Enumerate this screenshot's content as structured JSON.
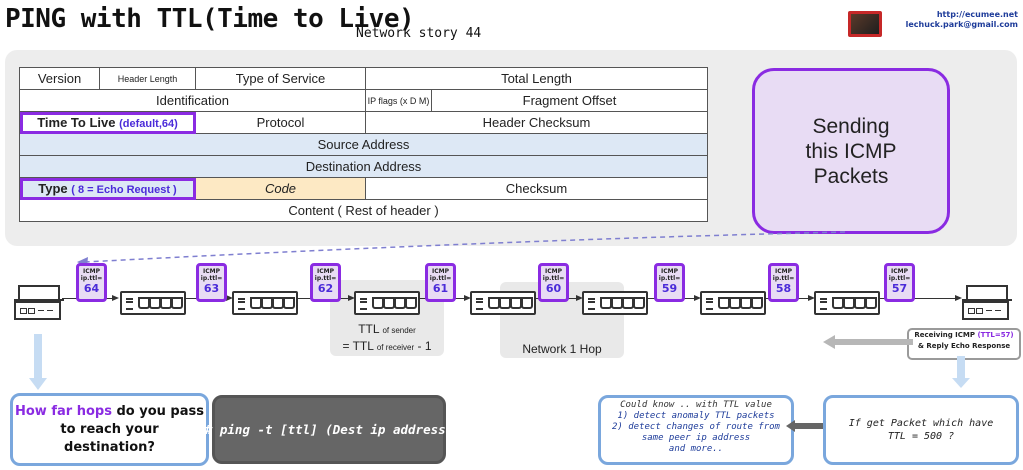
{
  "header": {
    "title": "PING with TTL(Time to Live)",
    "subtitle": "Network story 44",
    "url": "http://ecumee.net",
    "email": "lechuck.park@gmail.com"
  },
  "ip_header": {
    "version": "Version",
    "header_length": "Header Length",
    "type_of_service": "Type of Service",
    "total_length": "Total Length",
    "identification": "Identification",
    "ip_flags": "IP flags (x D M)",
    "fragment_offset": "Fragment Offset",
    "ttl": "Time To Live",
    "ttl_default": "(default,64)",
    "protocol": "Protocol",
    "header_checksum": "Header Checksum",
    "source_address": "Source Address",
    "destination_address": "Destination Address",
    "type": "Type",
    "type_note": "( 8 = Echo Request )",
    "code": "Code",
    "checksum": "Checksum",
    "content": "Content ( Rest of header )"
  },
  "sending_box": "Sending this ICMP Packets",
  "badge_label_1": "ICMP",
  "badge_label_2": "ip.ttl=",
  "ttl_values": [
    "64",
    "63",
    "62",
    "61",
    "60",
    "59",
    "58",
    "57"
  ],
  "sender_note": {
    "ttl_a": "TTL",
    "of_sender": "of sender",
    "eq": "= TTL",
    "of_receiver": "of receiver",
    "minus": "- 1"
  },
  "network_hop": "Network 1 Hop",
  "receiving": {
    "prefix": "Receiving ICMP",
    "ttl": "(TTL=57)",
    "reply": "& Reply Echo Response"
  },
  "hops_question": {
    "how_far": "How far hops",
    "rest": "do you pass to reach your destination?"
  },
  "ping_command": "# ping -t [ttl] (Dest ip address)",
  "know_box": {
    "title": "Could know .. with TTL value",
    "line1": "1) detect anomaly TTL packets",
    "line2": "2) detect changes of route from same peer ip address",
    "line3": "and more.."
  },
  "if_box": "If get Packet which have TTL = 500 ?",
  "colors": {
    "accent_purple": "#8a2be2",
    "ttl_blue": "#4b2bd9",
    "box_blue": "#7aa7dd",
    "field_blue": "#dde8f5",
    "field_cream": "#fde9c4"
  }
}
